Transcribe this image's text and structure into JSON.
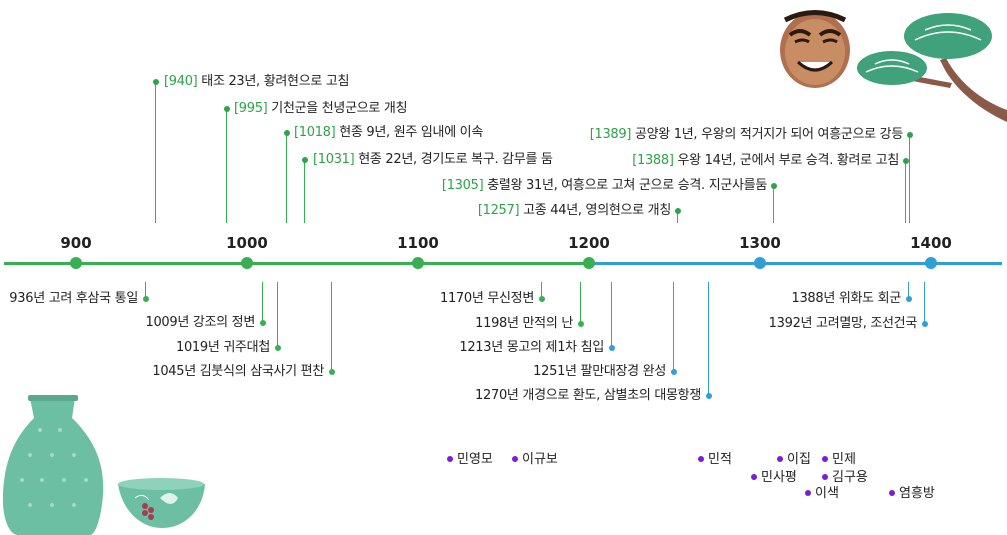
{
  "colors": {
    "goryeo_early": "#3aae52",
    "goryeo_late": "#2f9fd6",
    "top_code": "#2ea34a",
    "person_dot": "#7a1fd6"
  },
  "years": [
    "900",
    "1000",
    "1100",
    "1200",
    "1300",
    "1400"
  ],
  "top_events": [
    {
      "code": "[940]",
      "text": " 태조 23년, 황려현으로 고침"
    },
    {
      "code": "[995]",
      "text": " 기천군을 천녕군으로 개칭"
    },
    {
      "code": "[1018]",
      "text": " 현종 9년, 원주 임내에 이속"
    },
    {
      "code": "[1031]",
      "text": " 현종 22년, 경기도로 복구. 감무를 둠"
    },
    {
      "code": "[1257]",
      "text": " 고종 44년, 영의현으로 개칭"
    },
    {
      "code": "[1305]",
      "text": " 충렬왕 31년, 여흥으로 고쳐 군으로 승격. 지군사를둠"
    },
    {
      "code": "[1388]",
      "text": " 우왕 14년, 군에서 부로 승격. 황려로 고침"
    },
    {
      "code": "[1389]",
      "text": " 공양왕 1년, 우왕의 적거지가 되어 여흥군으로 강등"
    }
  ],
  "bottom_events": [
    {
      "text": "936년 고려 후삼국 통일"
    },
    {
      "text": "1009년 강조의 정변"
    },
    {
      "text": "1019년 귀주대첩"
    },
    {
      "text": "1045년 김붓식의 삼국사기 편찬"
    },
    {
      "text": "1170년 무신정변"
    },
    {
      "text": "1198년 만적의 난"
    },
    {
      "text": "1213년 몽고의 제1차 침입"
    },
    {
      "text": "1251년 팔만대장경 완성"
    },
    {
      "text": "1270년 개경으로 환도, 삼별초의 대몽항쟁"
    },
    {
      "text": "1388년 위화도 회군"
    },
    {
      "text": "1392년 고려멸망, 조선건국"
    }
  ],
  "people": [
    "민영모",
    "이규보",
    "민적",
    "이집",
    "민제",
    "민사평",
    "김구용",
    "이색",
    "염흥방"
  ]
}
